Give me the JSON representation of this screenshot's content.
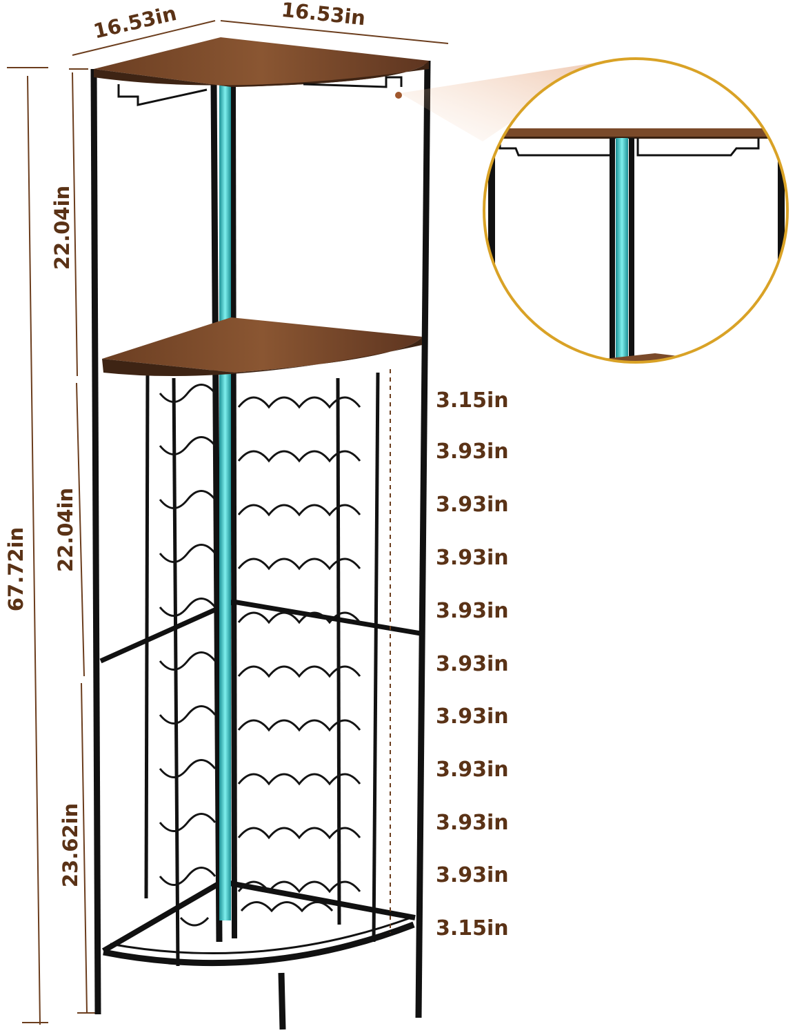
{
  "dimensions": {
    "top_width_left": "16.53in",
    "top_width_right": "16.53in",
    "total_height": "67.72in",
    "upper_section": "22.04in",
    "middle_section": "22.04in",
    "lower_section": "23.62in",
    "rack_spacing": [
      "3.15in",
      "3.93in",
      "3.93in",
      "3.93in",
      "3.93in",
      "3.93in",
      "3.93in",
      "3.93in",
      "3.93in",
      "3.93in",
      "3.15in"
    ]
  },
  "colors": {
    "wood": "#7a4a2a",
    "wood_dark": "#5a3218",
    "metal": "#111111",
    "led": "#4fd6d8",
    "dimension_text": "#5a3216",
    "inset_ring": "#d9a226"
  },
  "icons": {
    "glass_holder": "glass-holder-icon",
    "led_strip": "led-light-strip-icon"
  }
}
